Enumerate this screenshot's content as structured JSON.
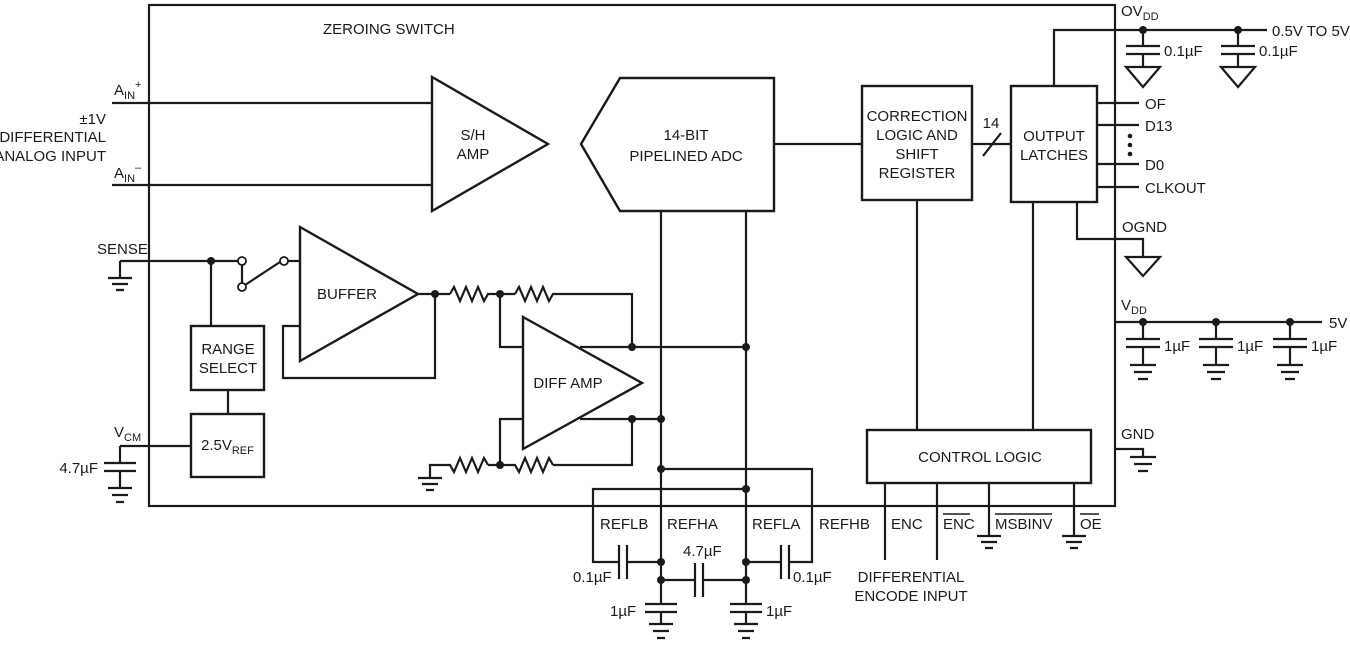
{
  "blocks": {
    "sh_amp": [
      "S/H",
      "AMP"
    ],
    "adc": [
      "14-BIT",
      "PIPELINED ADC"
    ],
    "correction": [
      "CORRECTION",
      "LOGIC AND",
      "SHIFT",
      "REGISTER"
    ],
    "latches": [
      "OUTPUT",
      "LATCHES"
    ],
    "buffer": "BUFFER",
    "diff_amp": "DIFF AMP",
    "range_select": [
      "RANGE",
      "SELECT"
    ],
    "vref": {
      "main": "2.5V",
      "sub": "REF"
    },
    "control": "CONTROL LOGIC"
  },
  "labels": {
    "zeroing_switch": "ZEROING SWITCH",
    "ain_plus": {
      "main": "A",
      "sub": "IN",
      "sup": "+"
    },
    "ain_minus": {
      "main": "A",
      "sub": "IN",
      "sup": "–"
    },
    "input_desc": [
      "±1V",
      "DIFFERENTIAL",
      "ANALOG INPUT"
    ],
    "sense": "SENSE",
    "vcm": {
      "main": "V",
      "sub": "CM"
    },
    "vcm_cap": "4.7µF",
    "bus_width": "14",
    "ovdd": {
      "main": "OV",
      "sub": "DD"
    },
    "ovdd_range": "0.5V TO 5V",
    "ovdd_caps": [
      "0.1µF",
      "0.1µF"
    ],
    "of": "OF",
    "d13": "D13",
    "ellipsis": "⋮",
    "d0": "D0",
    "clkout": "CLKOUT",
    "ognd": "OGND",
    "vdd": {
      "main": "V",
      "sub": "DD"
    },
    "vdd_supply": "5V",
    "vdd_caps": [
      "1µF",
      "1µF",
      "1µF"
    ],
    "gnd": "GND",
    "refs": [
      "REFLB",
      "REFHA",
      "REFLA",
      "REFHB"
    ],
    "ref_caps": {
      "left": "0.1µF",
      "mid": "4.7µF",
      "right": "0.1µF",
      "bot_left": "1µF",
      "bot_right": "1µF"
    },
    "ctrl_pins": [
      "ENC",
      "ENC",
      "MSBINV",
      "OE"
    ],
    "encode_input": [
      "DIFFERENTIAL",
      "ENCODE INPUT"
    ]
  }
}
